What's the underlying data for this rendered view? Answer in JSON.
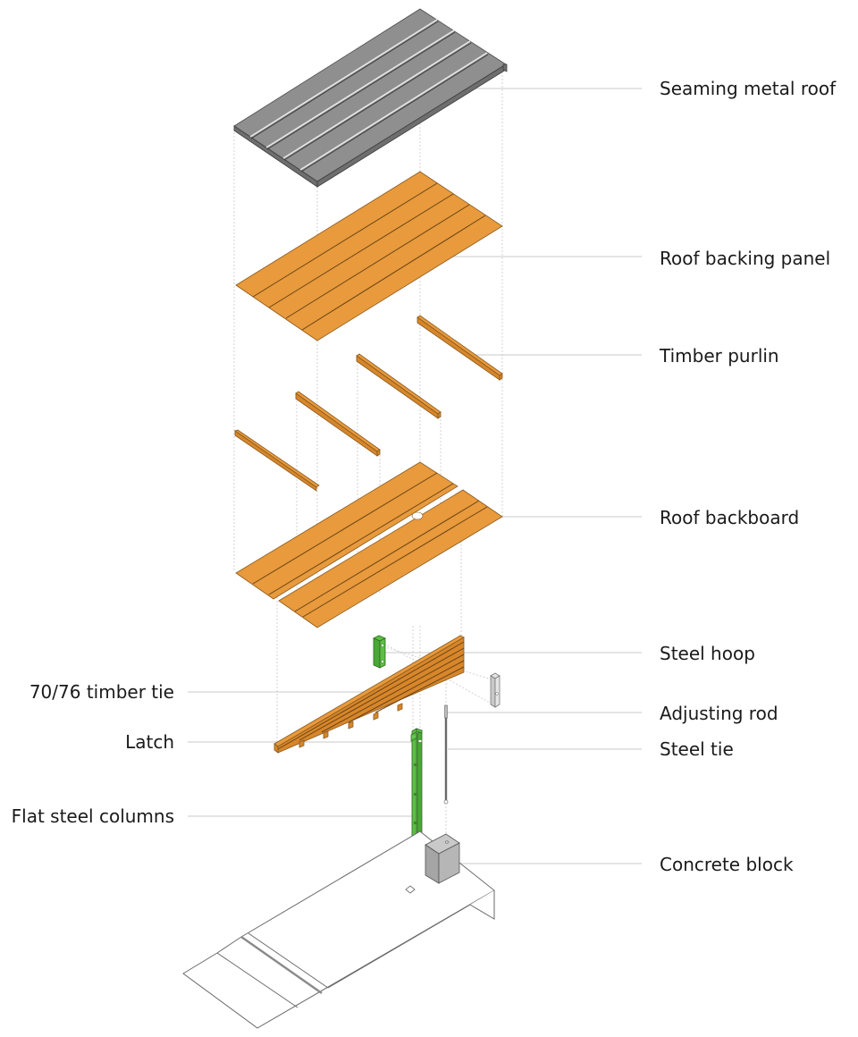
{
  "diagram": {
    "type": "exploded axonometric construction diagram",
    "colors": {
      "timber": "#e89a3c",
      "metal_roof": "#8f8f8f",
      "steel": "#5cbf45",
      "concrete": "#b6b6b6",
      "background": "#ffffff"
    },
    "labels_right": [
      {
        "id": "seaming-metal-roof",
        "text": "Seaming metal roof"
      },
      {
        "id": "roof-backing-panel",
        "text": "Roof backing panel"
      },
      {
        "id": "timber-purlin",
        "text": "Timber purlin"
      },
      {
        "id": "roof-backboard",
        "text": "Roof backboard"
      },
      {
        "id": "steel-hoop",
        "text": "Steel hoop"
      },
      {
        "id": "adjusting-rod",
        "text": "Adjusting rod"
      },
      {
        "id": "steel-tie",
        "text": "Steel tie"
      },
      {
        "id": "concrete-block",
        "text": "Concrete block"
      }
    ],
    "labels_left": [
      {
        "id": "timber-tie",
        "text": "70/76 timber tie"
      },
      {
        "id": "latch",
        "text": "Latch"
      },
      {
        "id": "flat-steel-columns",
        "text": "Flat steel columns"
      }
    ],
    "components": [
      {
        "name": "Seaming metal roof",
        "material": "metal",
        "seams": 4
      },
      {
        "name": "Roof backing panel",
        "material": "timber",
        "board_lines": 4
      },
      {
        "name": "Timber purlin",
        "material": "timber",
        "count": 4
      },
      {
        "name": "Roof backboard",
        "material": "timber",
        "split": true,
        "board_lines": 4
      },
      {
        "name": "70/76 timber tie",
        "material": "timber",
        "layers": 5
      },
      {
        "name": "Steel hoop",
        "material": "steel",
        "count": 2
      },
      {
        "name": "Adjusting rod",
        "material": "steel"
      },
      {
        "name": "Steel tie",
        "material": "steel"
      },
      {
        "name": "Latch",
        "material": "steel"
      },
      {
        "name": "Flat steel columns",
        "material": "steel",
        "count": 2
      },
      {
        "name": "Concrete block",
        "material": "concrete"
      },
      {
        "name": "Base platform",
        "material": "outline"
      }
    ]
  }
}
